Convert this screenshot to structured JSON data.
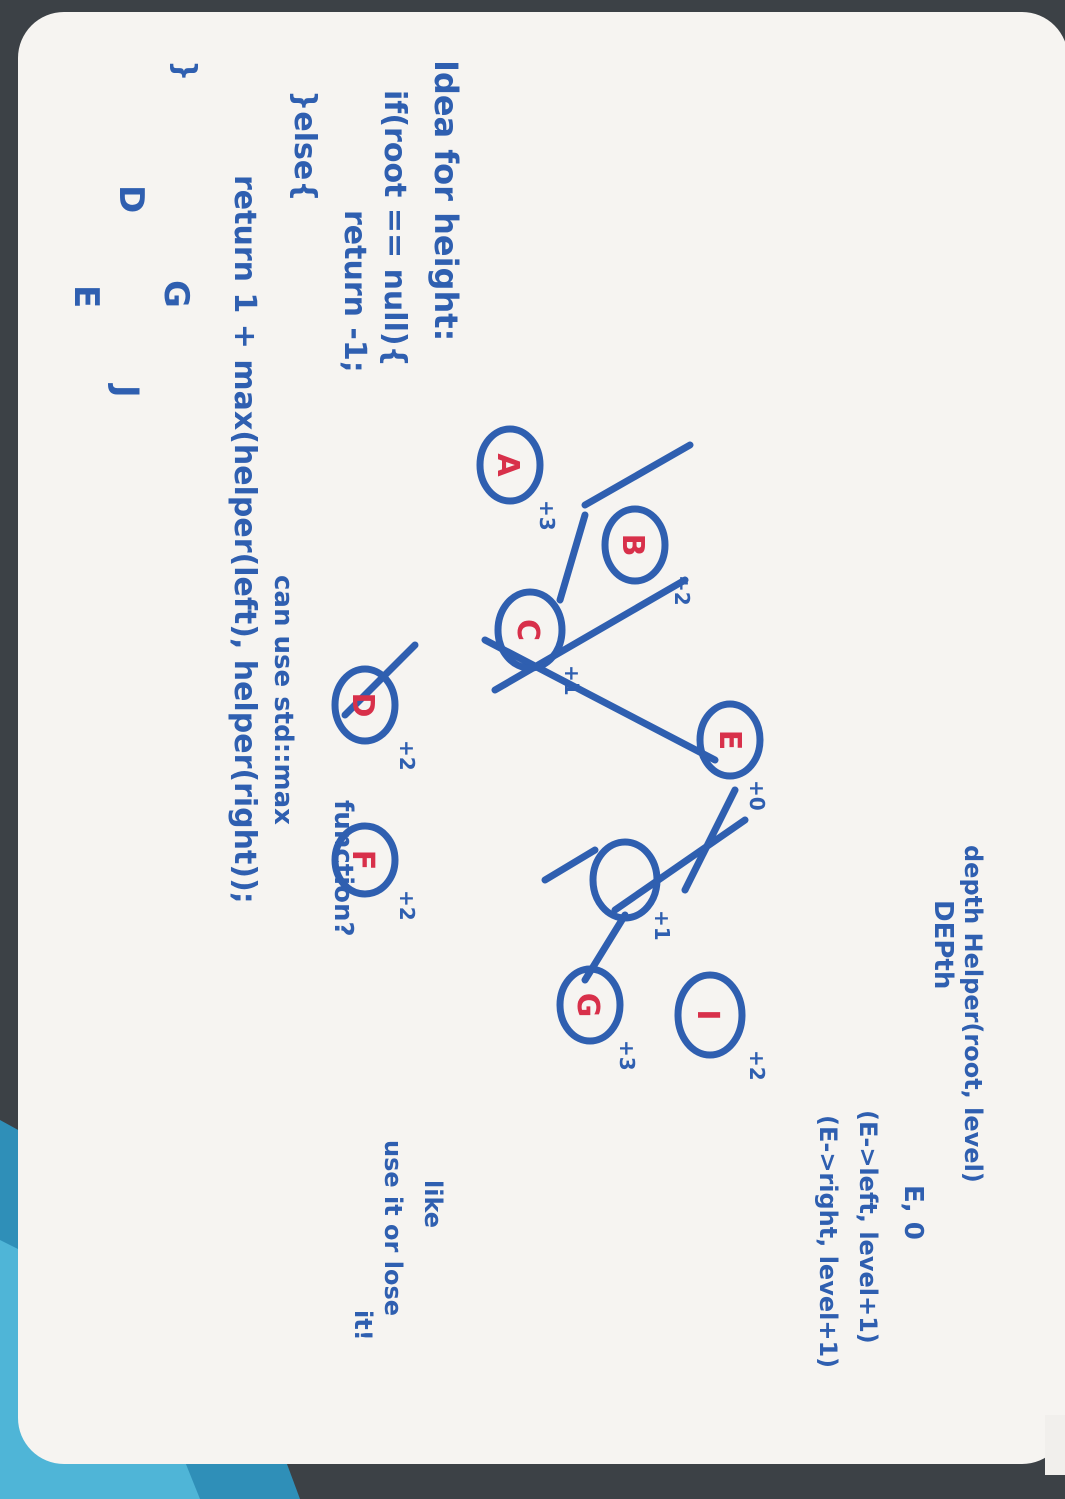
{
  "colors": {
    "ink_blue": "#2f5fb0",
    "ink_red": "#d8304a",
    "board": "#f6f4f1",
    "background": "#3c4146",
    "fabric": "#3aa6cf"
  },
  "board": {
    "title": "DEPth",
    "signature": "depth Helper(root, level)",
    "call_initial": "E, 0",
    "call_left": "(E->left, level+1)",
    "call_right": "(E->right, level+1)"
  },
  "tree": {
    "nodes": [
      {
        "id": "E",
        "label": "E",
        "value": "+0"
      },
      {
        "id": "C",
        "label": "C",
        "value": "+1"
      },
      {
        "id": "H",
        "label": "",
        "value": "+1"
      },
      {
        "id": "B",
        "label": "B",
        "value": "+2"
      },
      {
        "id": "D",
        "label": "D",
        "value": "+2"
      },
      {
        "id": "F",
        "label": "F",
        "value": "+2"
      },
      {
        "id": "I",
        "label": "I",
        "value": "+2"
      },
      {
        "id": "A",
        "label": "A",
        "value": "+3"
      },
      {
        "id": "G",
        "label": "G",
        "value": "+3"
      }
    ]
  },
  "corner_sketch": {
    "g": "G",
    "d": "D",
    "e": "E",
    "j": "J"
  },
  "notes": {
    "std_max_q1": "can use std::max",
    "std_max_q2": "function?",
    "like_line1": "like",
    "like_line2": "use it or lose",
    "like_line3": "it!",
    "idea": "Idea for height:",
    "code1": "if(root == null){",
    "code2": "return -1;",
    "code3": "}else{",
    "code4": "return 1 + max(helper(left), helper(right));",
    "code5": "}"
  }
}
